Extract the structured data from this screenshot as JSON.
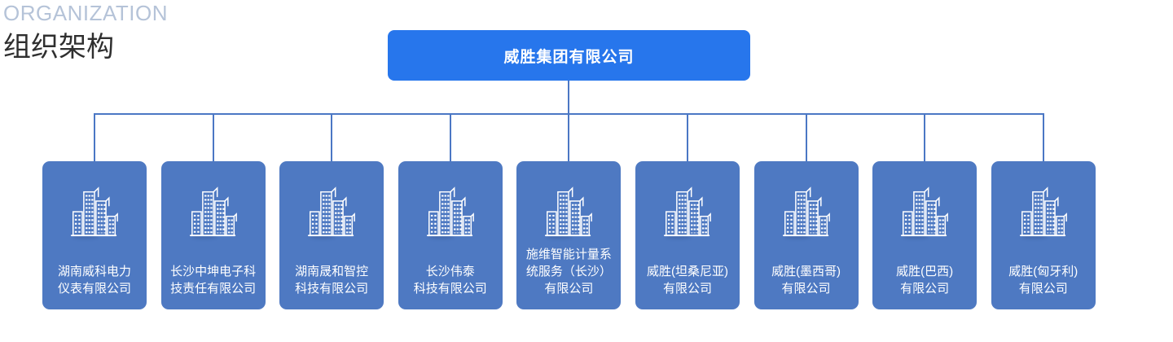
{
  "header": {
    "eyebrow": "ORGANIZATION",
    "title": "组织架构"
  },
  "org": {
    "root": {
      "name": "威胜集团有限公司"
    },
    "children": [
      {
        "name": "湖南威科电力仪表有限公司",
        "lines": [
          "湖南威科电力",
          "仪表有限公司"
        ]
      },
      {
        "name": "长沙中坤电子科技责任有限公司",
        "lines": [
          "长沙中坤电子科",
          "技责任有限公司"
        ]
      },
      {
        "name": "湖南晟和智控科技有限公司",
        "lines": [
          "湖南晟和智控",
          "科技有限公司"
        ]
      },
      {
        "name": "长沙伟泰科技有限公司",
        "lines": [
          "长沙伟泰",
          "科技有限公司"
        ]
      },
      {
        "name": "施维智能计量系统服务（长沙）有限公司",
        "lines": [
          "施维智能计量系",
          "统服务（长沙）",
          "有限公司"
        ]
      },
      {
        "name": "威胜(坦桑尼亚)有限公司",
        "lines": [
          "威胜(坦桑尼亚)",
          "有限公司"
        ]
      },
      {
        "name": "威胜(墨西哥)有限公司",
        "lines": [
          "威胜(墨西哥)",
          "有限公司"
        ]
      },
      {
        "name": "威胜(巴西)有限公司",
        "lines": [
          "威胜(巴西)",
          "有限公司"
        ]
      },
      {
        "name": "威胜(匈牙利)有限公司",
        "lines": [
          "威胜(匈牙利)",
          "有限公司"
        ]
      }
    ]
  },
  "icons": {
    "card_icon": "building-icon"
  },
  "colors": {
    "root_bg": "#2776ec",
    "card_bg": "#4e79c2",
    "connector": "#4b77c4",
    "eyebrow_text": "#b5c3d8",
    "title_text": "#2f2f2f",
    "card_text": "#ffffff"
  }
}
